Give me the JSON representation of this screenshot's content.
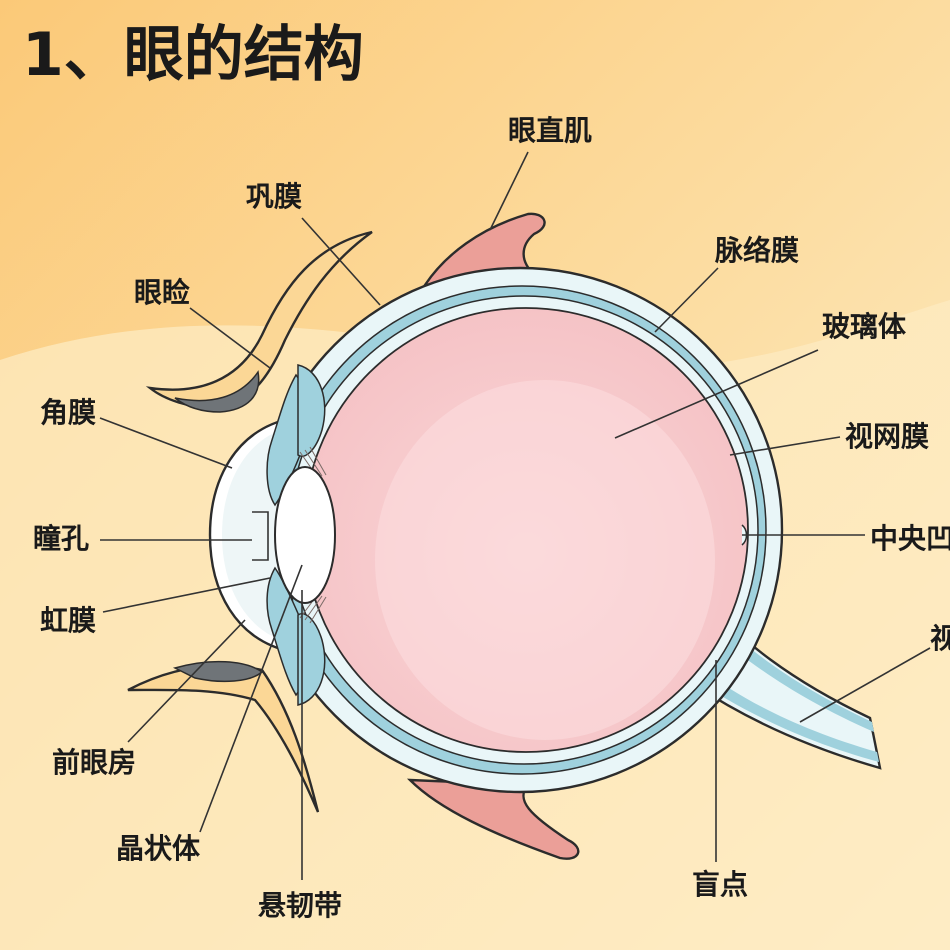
{
  "title": "1、眼的结构",
  "labels": {
    "rectus_muscle": "眼直肌",
    "sclera": "巩膜",
    "choroid": "脉络膜",
    "eyelid": "眼睑",
    "vitreous": "玻璃体",
    "cornea": "角膜",
    "retina": "视网膜",
    "pupil": "瞳孔",
    "fovea": "中央凹",
    "iris": "虹膜",
    "optic_nerve": "视神经",
    "anterior_chamber": "前眼房",
    "lens": "晶状体",
    "zonule": "悬韧带",
    "blind_spot": "盲点"
  },
  "colors": {
    "background_top": "#fbcd82",
    "background_bottom": "#fdedc6",
    "vitreous": "#f7c9cc",
    "choroid": "#9fd1dd",
    "sclera": "#e9f6f8",
    "muscle": "#eb9f98",
    "lens": "#ffffff"
  }
}
